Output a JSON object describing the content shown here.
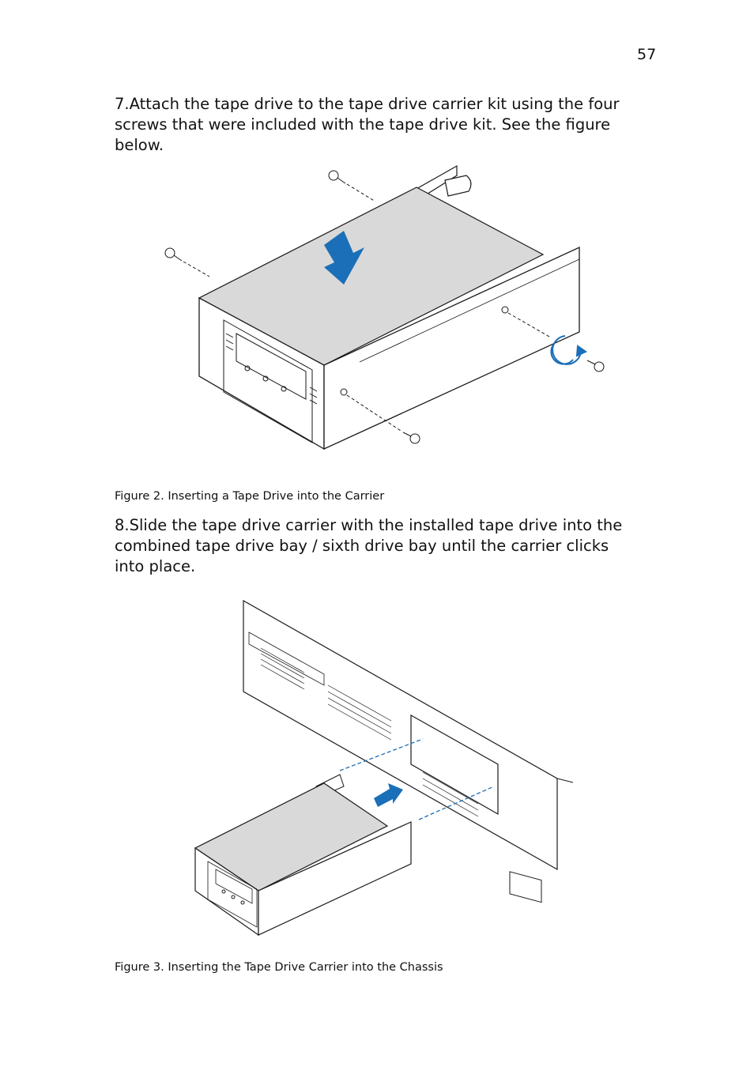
{
  "page": {
    "number": "57"
  },
  "steps": [
    {
      "text": "7.Attach the tape drive to the tape drive carrier kit using the four screws that were included with the tape drive kit. See the figure below."
    },
    {
      "text": "8.Slide the tape drive carrier with the installed tape drive into the combined tape drive bay / sixth drive bay until the carrier clicks into place."
    }
  ],
  "figures": [
    {
      "caption": "Figure 2.  Inserting a Tape Drive into the Carrier"
    },
    {
      "caption": "Figure 3.  Inserting the Tape Drive Carrier into the Chassis"
    }
  ],
  "colors": {
    "accent_blue": "#1a6fb8",
    "drive_gray": "#d9d9d9",
    "line": "#1a1a1a"
  }
}
